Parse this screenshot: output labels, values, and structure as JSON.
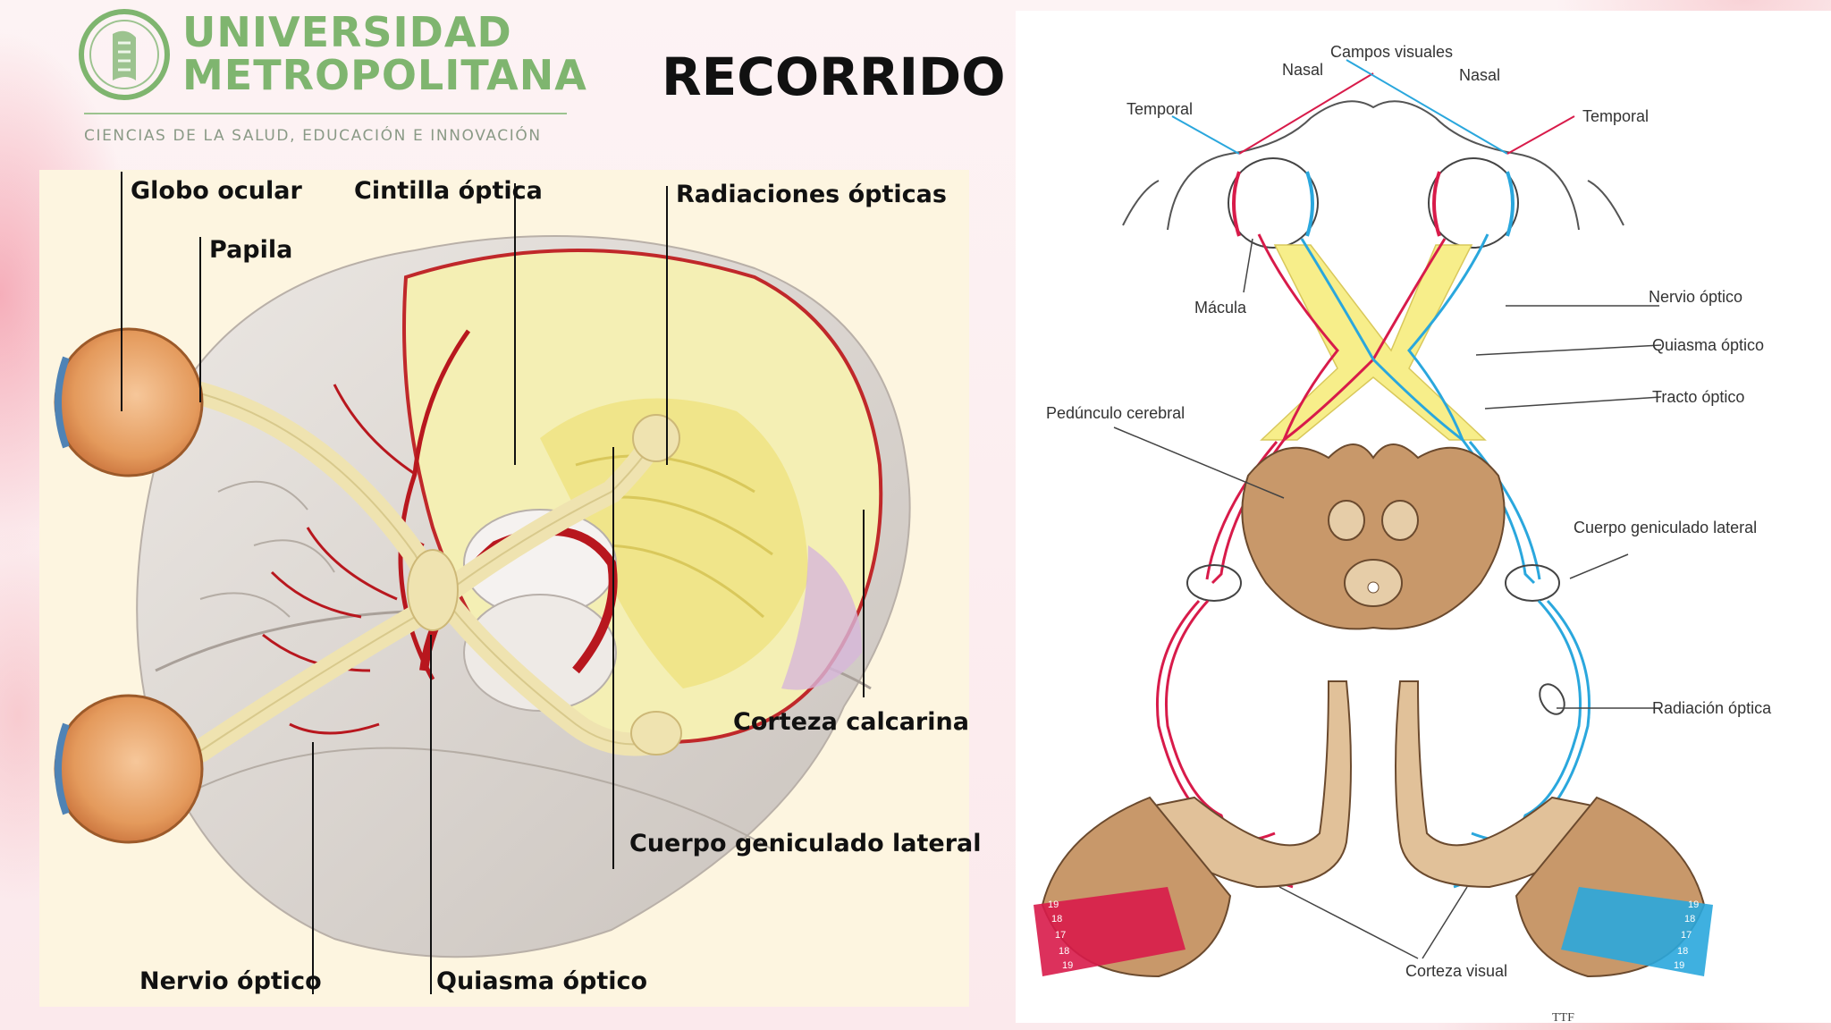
{
  "header": {
    "logo": {
      "name_line1": "UNIVERSIDAD",
      "name_line2": "METROPOLITANA",
      "tagline": "CIENCIAS DE LA SALUD, EDUCACIÓN E INNOVACIÓN"
    },
    "title": "RECORRIDO"
  },
  "left_diagram": {
    "labels": {
      "globo_ocular": "Globo ocular",
      "papila": "Papila",
      "cintilla_optica": "Cintilla óptica",
      "radiaciones_opticas": "Radiaciones ópticas",
      "corteza_calcarina": "Corteza calcarina",
      "cuerpo_geniculado_lateral": "Cuerpo geniculado lateral",
      "nervio_optico": "Nervio óptico",
      "quiasma_optico": "Quiasma óptico"
    }
  },
  "right_diagram": {
    "labels": {
      "campos_visuales": "Campos visuales",
      "nasal_left": "Nasal",
      "nasal_right": "Nasal",
      "temporal_left": "Temporal",
      "temporal_right": "Temporal",
      "macula": "Mácula",
      "nervio_optico": "Nervio óptico",
      "quiasma_optico": "Quiasma óptico",
      "tracto_optico": "Tracto óptico",
      "pedunculo_cerebral": "Pedúnculo cerebral",
      "cuerpo_geniculado_lateral": "Cuerpo geniculado lateral",
      "radiacion_optica": "Radiación óptica",
      "corteza_visual": "Corteza visual",
      "signature": "TTF",
      "area_numbers_left": [
        "19",
        "18",
        "17",
        "18",
        "19"
      ],
      "area_numbers_right": [
        "19",
        "18",
        "17",
        "18",
        "19"
      ]
    },
    "colors": {
      "left_pathway": "#d81b4a",
      "right_pathway": "#2aa7dd",
      "chiasm_fill": "#f7ee8a",
      "brainstem_fill": "#c8986a"
    }
  }
}
